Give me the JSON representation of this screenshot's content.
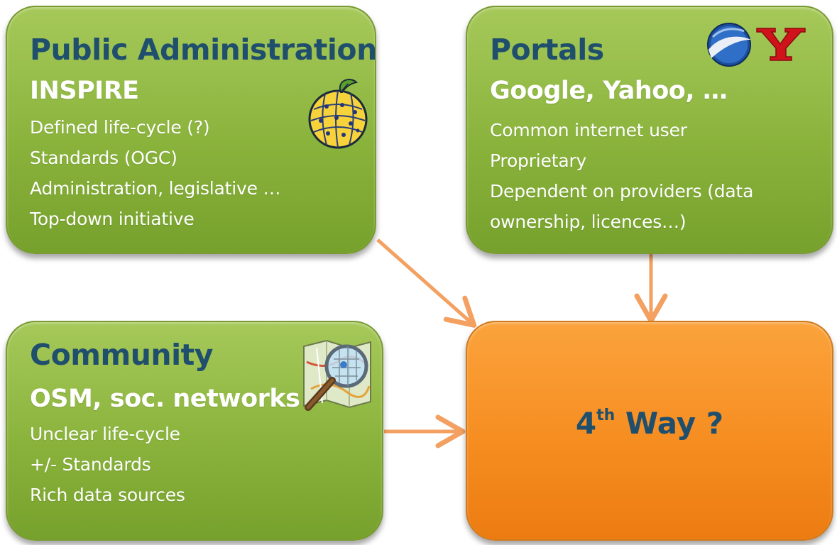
{
  "boxes": {
    "public_admin": {
      "title": "Public Administration",
      "subtitle": "INSPIRE",
      "items": [
        "Defined life-cycle (?)",
        "Standards (OGC)",
        "Administration, legislative …",
        "Top-down initiative"
      ]
    },
    "portals": {
      "title": "Portals",
      "subtitle": "Google, Yahoo, …",
      "items": [
        "Common internet user",
        "Proprietary",
        "Dependent on providers (data",
        "ownership, licences…)"
      ]
    },
    "community": {
      "title": "Community",
      "subtitle": "OSM, soc. networks",
      "items": [
        "Unclear life-cycle",
        "+/- Standards",
        "Rich data sources"
      ]
    },
    "fourth_way": {
      "label_main": "4",
      "label_sup": "th",
      "label_rest": " Way ?"
    }
  },
  "icons": {
    "inspire": "inspire-globe-icon",
    "google_earth": "google-earth-icon",
    "yahoo": "yahoo-logo-icon",
    "osm": "osm-magnifier-map-icon"
  },
  "colors": {
    "green_box": "#8ab33c",
    "orange_box": "#f68d21",
    "title_text": "#1f4f6d",
    "arrow": "#f3a060"
  }
}
